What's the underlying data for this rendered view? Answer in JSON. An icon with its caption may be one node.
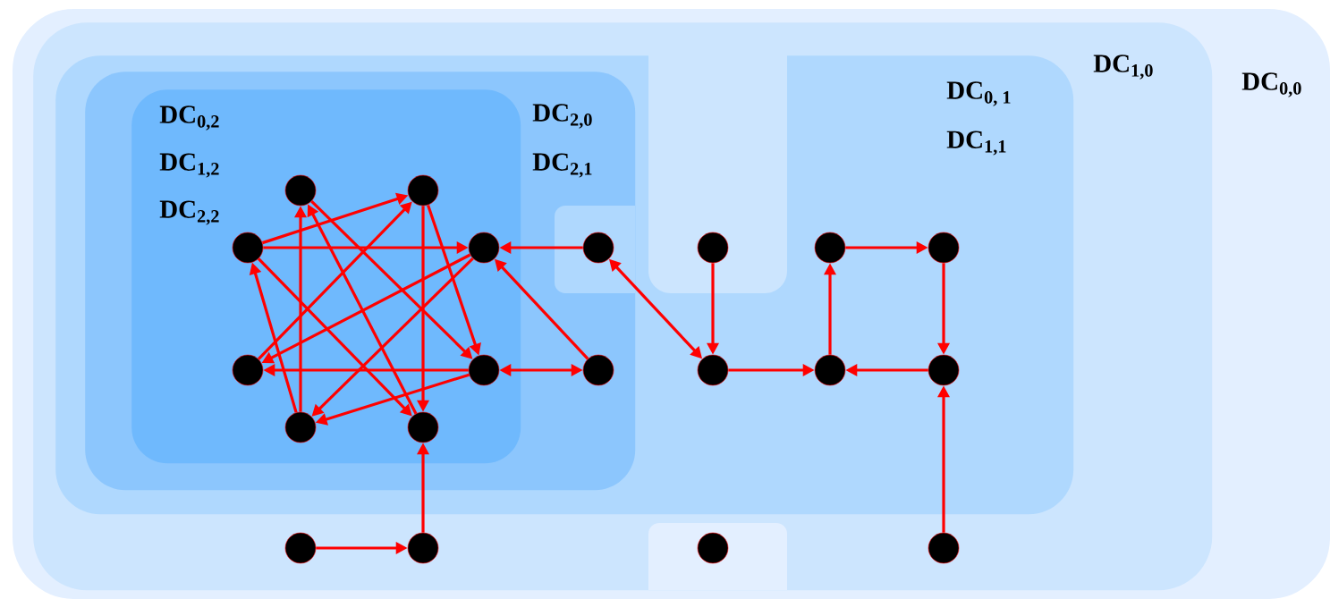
{
  "diagram": {
    "nodes": [
      {
        "text": [
          "DC$_{0,0}$"
        ]
      },
      {
        "text": [
          "DC$_{1,0}$"
        ],
        "in": 0
      },
      {
        "text": [
          "DC$_{0, 1}$",
          "DC$_{1,1}$"
        ],
        "in": 1
      },
      {
        "text": [
          "DC$_{2,0}$",
          "DC$_{2,1}$"
        ],
        "in": 2
      },
      {
        "text": [
          "DC$_{0,2}$",
          "DC$_{1,2}$",
          "DC$_{2,2}$"
        ],
        "in": 3
      },
      {
        "text": [],
        "shape": "circle",
        "in": 4
      },
      {
        "text": [],
        "shape": "circle",
        "in": 4
      },
      {
        "text": [],
        "shape": "circle",
        "in": 4
      },
      {
        "text": [],
        "shape": "circle",
        "in": 4
      },
      {
        "text": [],
        "shape": "circle",
        "in": 3
      },
      {
        "text": [],
        "shape": "circle",
        "in": 2
      },
      {
        "text": [],
        "shape": "circle",
        "in": 2
      },
      {
        "text": [],
        "shape": "circle",
        "in": 2
      },
      {
        "text": [],
        "shape": "circle",
        "in": 4
      },
      {
        "text": [],
        "shape": "circle",
        "in": 4
      },
      {
        "text": [],
        "shape": "circle",
        "in": 3
      },
      {
        "text": [],
        "shape": "circle",
        "in": 2
      },
      {
        "text": [],
        "shape": "circle",
        "in": 2
      },
      {
        "text": [],
        "shape": "circle",
        "in": 2
      },
      {
        "text": [],
        "shape": "circle",
        "in": 4
      },
      {
        "text": [],
        "shape": "circle",
        "in": 4
      },
      {
        "text": [],
        "shape": "circle",
        "in": 1
      },
      {
        "text": [],
        "shape": "circle",
        "in": 1
      },
      {
        "text": [],
        "shape": "circle",
        "in": 1
      },
      {
        "text": [],
        "shape": "circle",
        "in": 1
      }
    ],
    "edges": [
      {
        "from": 7,
        "to": 6,
        "arrow": "to"
      },
      {
        "from": 7,
        "to": 8,
        "arrow": "to"
      },
      {
        "from": 19,
        "to": 5,
        "arrow": "to"
      },
      {
        "from": 6,
        "to": 20,
        "arrow": "to"
      },
      {
        "from": 6,
        "to": 14,
        "arrow": "to"
      },
      {
        "from": 5,
        "to": 14,
        "arrow": "to"
      },
      {
        "from": 20,
        "to": 5,
        "arrow": "to"
      },
      {
        "from": 7,
        "to": 20,
        "arrow": "to"
      },
      {
        "from": 19,
        "to": 7,
        "arrow": "to"
      },
      {
        "from": 8,
        "to": 13,
        "arrow": "to"
      },
      {
        "from": 13,
        "to": 6,
        "arrow": "to"
      },
      {
        "from": 8,
        "to": 19,
        "arrow": "to"
      },
      {
        "from": 14,
        "to": 13,
        "arrow": "to"
      },
      {
        "from": 14,
        "to": 19,
        "arrow": "to"
      },
      {
        "from": 9,
        "to": 8,
        "arrow": "to"
      },
      {
        "from": 15,
        "to": 8,
        "arrow": "to"
      },
      {
        "from": 14,
        "to": 15,
        "arrow": "both"
      },
      {
        "from": 9,
        "to": 16,
        "arrow": "both"
      },
      {
        "from": 10,
        "to": 16,
        "arrow": "to"
      },
      {
        "from": 16,
        "to": 17,
        "arrow": "to"
      },
      {
        "from": 17,
        "to": 11,
        "arrow": "to"
      },
      {
        "from": 11,
        "to": 12,
        "arrow": "to"
      },
      {
        "from": 12,
        "to": 18,
        "arrow": "to"
      },
      {
        "from": 18,
        "to": 17,
        "arrow": "to"
      },
      {
        "from": 24,
        "to": 18,
        "arrow": "to"
      },
      {
        "from": 21,
        "to": 22,
        "arrow": "to"
      },
      {
        "from": 22,
        "to": 20,
        "arrow": "to"
      }
    ]
  }
}
